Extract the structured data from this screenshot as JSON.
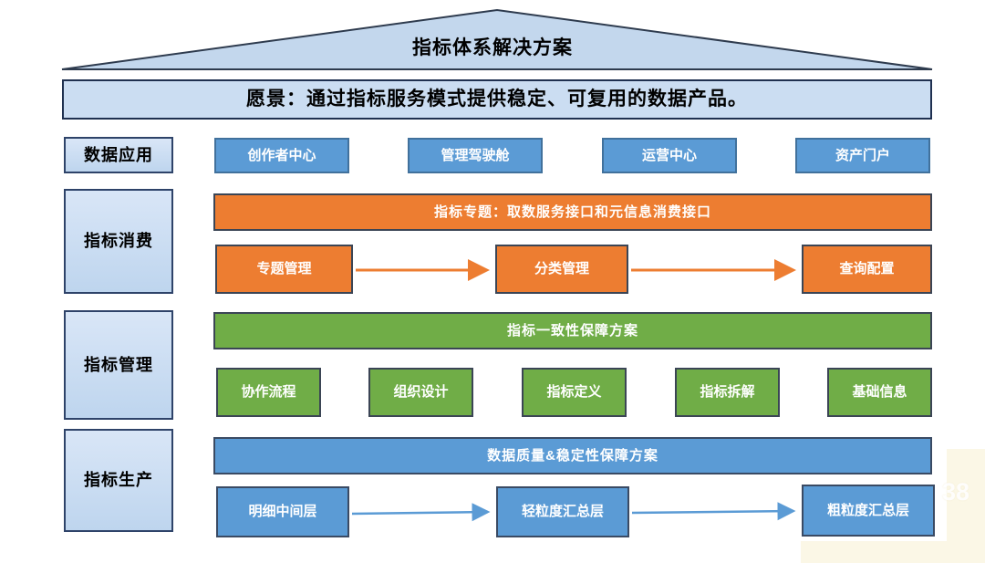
{
  "title": "指标体系解决方案",
  "vision": "愿景：通过指标服务模式提供稳定、可复用的数据产品。",
  "colors": {
    "light_blue_fill": "#c3d7ed",
    "dark_border": "#2e3b4e",
    "blue": "#5b9bd5",
    "orange": "#ed7d31",
    "green": "#70ad47"
  },
  "sections": {
    "app": {
      "label": "数据应用",
      "boxes": [
        "创作者中心",
        "管理驾驶舱",
        "运营中心",
        "资产门户"
      ]
    },
    "consume": {
      "label": "指标消费",
      "banner": "指标专题：取数服务接口和元信息消费接口",
      "boxes": [
        "专题管理",
        "分类管理",
        "查询配置"
      ]
    },
    "manage": {
      "label": "指标管理",
      "banner": "指标一致性保障方案",
      "boxes": [
        "协作流程",
        "组织设计",
        "指标定义",
        "指标拆解",
        "基础信息"
      ]
    },
    "produce": {
      "label": "指标生产",
      "banner": "数据质量&稳定性保障方案",
      "boxes": [
        "明细中间层",
        "轻粒度汇总层",
        "粗粒度汇总层"
      ]
    }
  },
  "watermark": "38"
}
